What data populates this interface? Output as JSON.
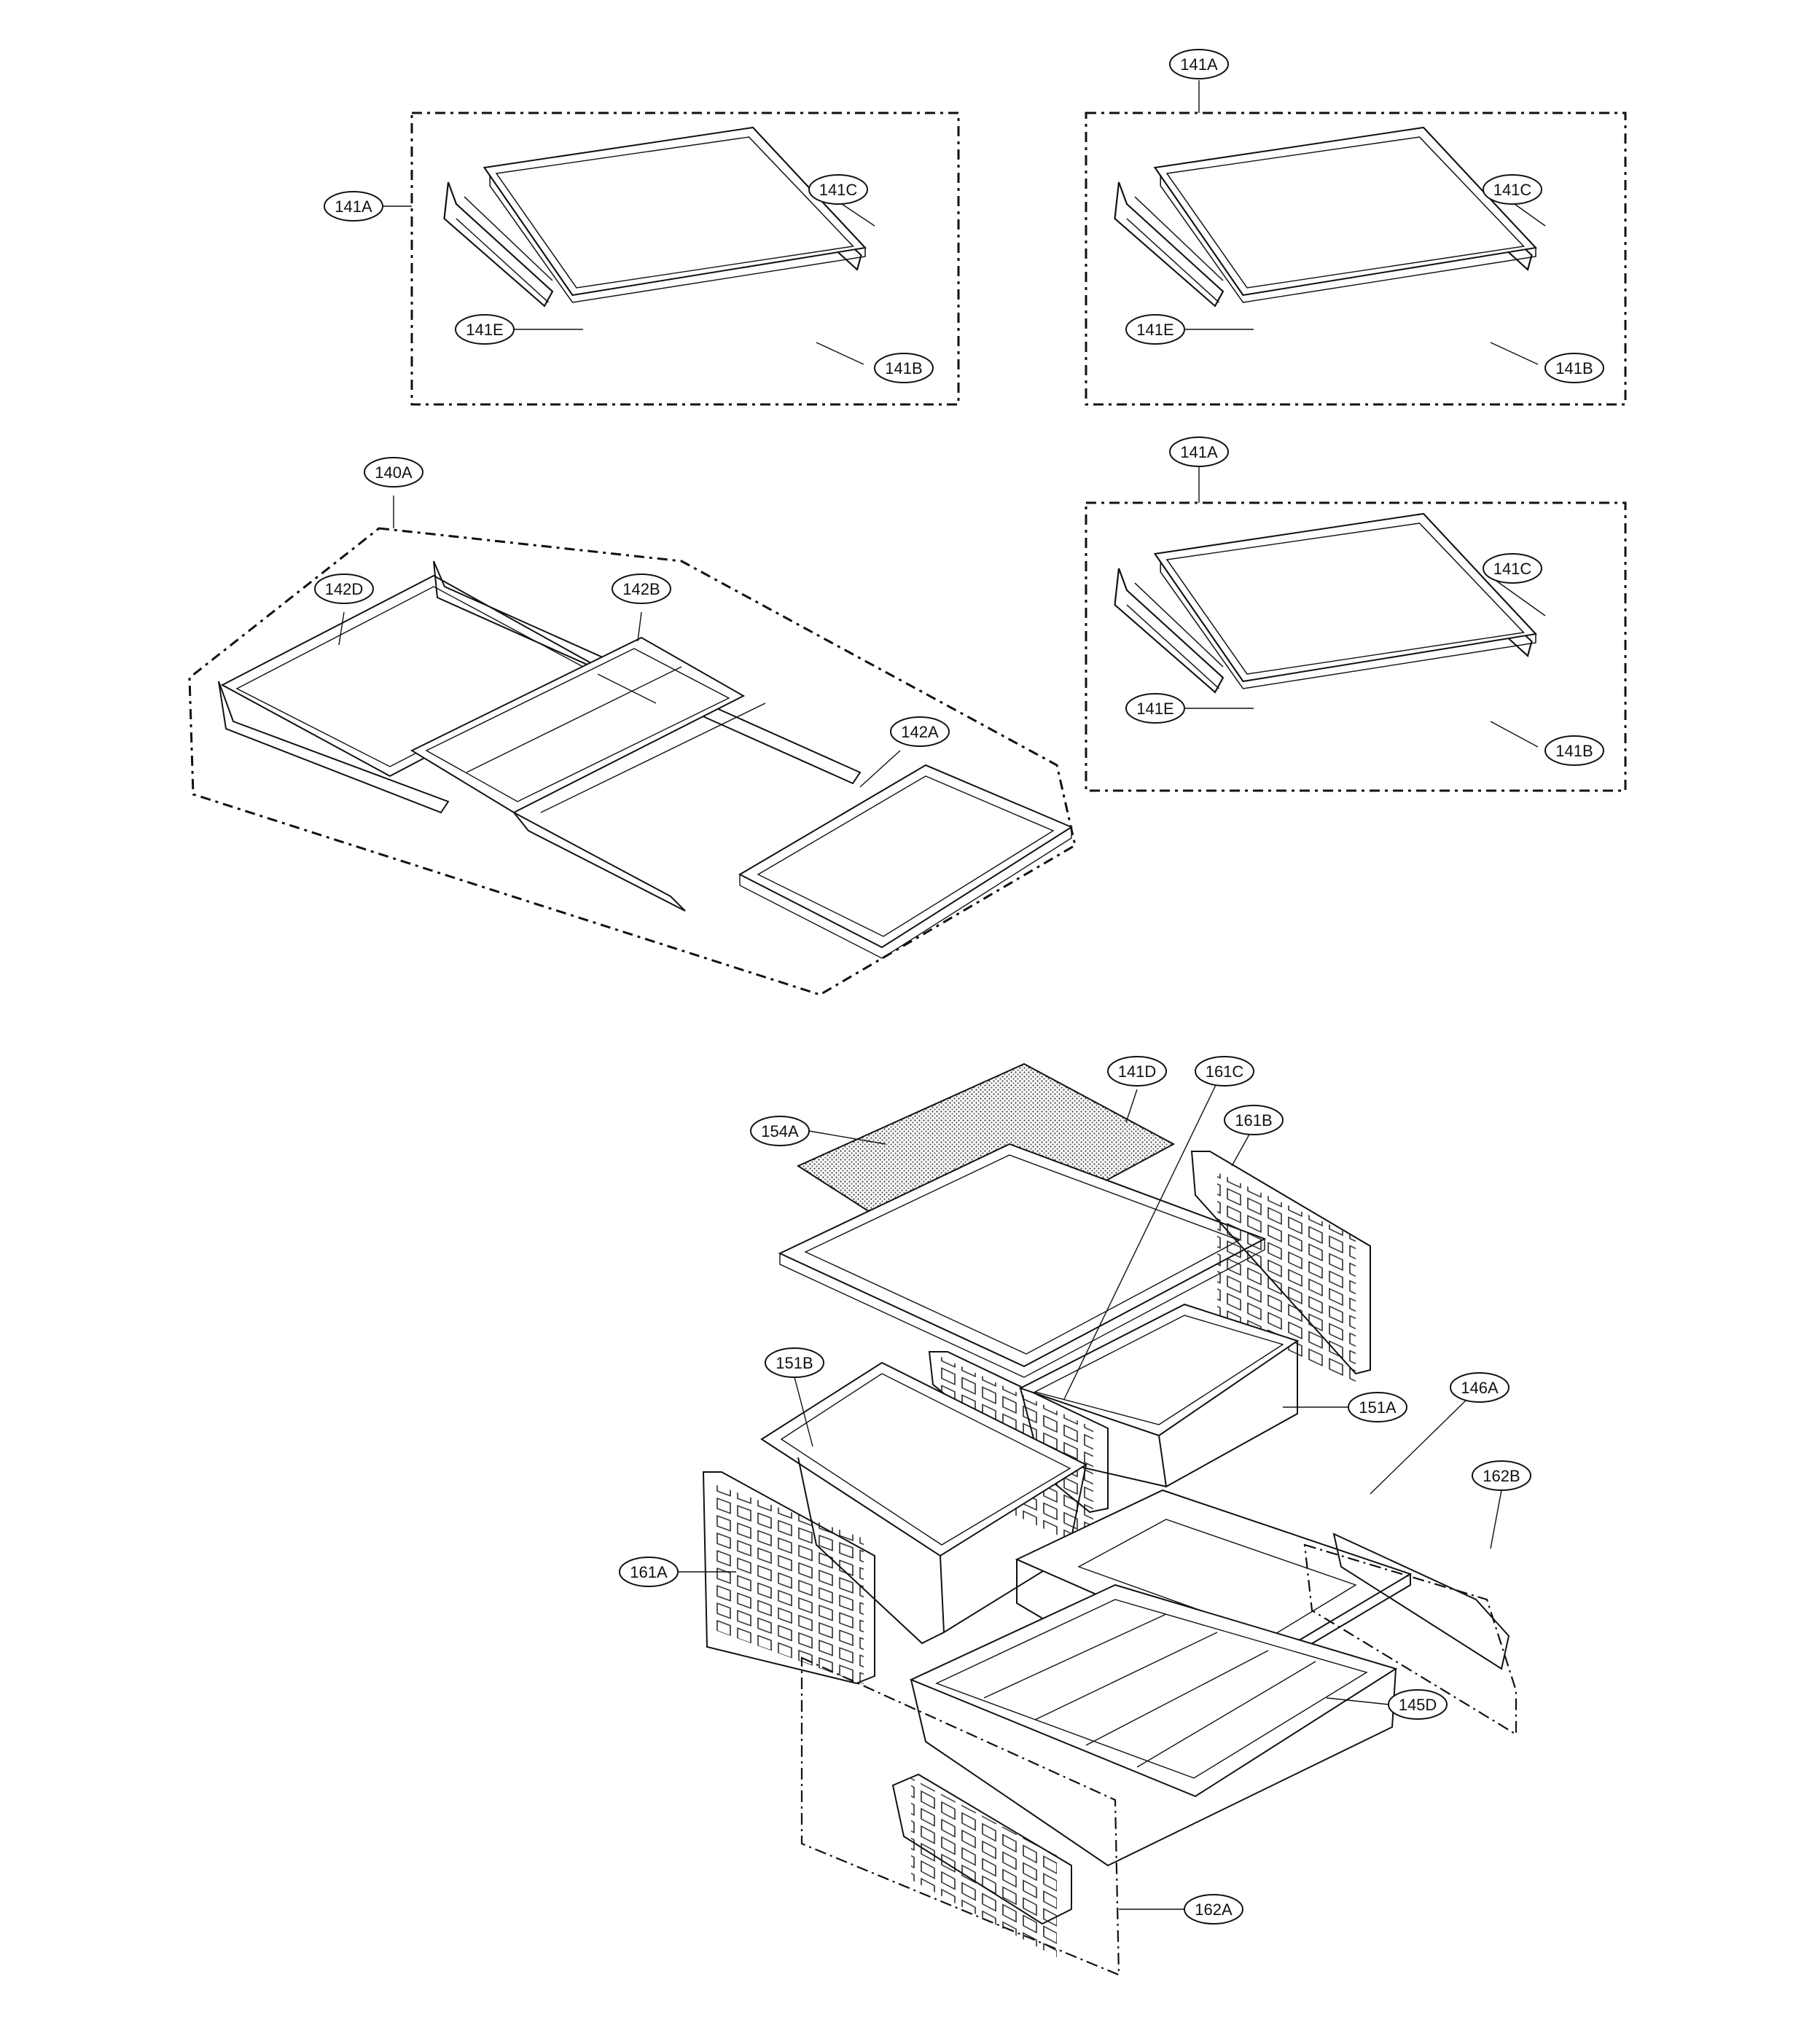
{
  "labels": {
    "shelf_a_main": "141A",
    "shelf_a_141c": "141C",
    "shelf_a_141e": "141E",
    "shelf_a_141b": "141B",
    "shelf_b_main": "141A",
    "shelf_b_141c": "141C",
    "shelf_b_141e": "141E",
    "shelf_b_141b": "141B",
    "shelf_c_main": "141A",
    "shelf_c_141c": "141C",
    "shelf_c_141e": "141E",
    "shelf_c_141b": "141B",
    "assembly_140a": "140A",
    "part_142d": "142D",
    "part_142b": "142B",
    "part_142a": "142A",
    "part_141d": "141D",
    "part_161c": "161C",
    "part_161b": "161B",
    "part_154a": "154A",
    "part_151b": "151B",
    "part_151a": "151A",
    "part_146a": "146A",
    "part_162b": "162B",
    "part_161a": "161A",
    "part_145d": "145D",
    "part_162a": "162A"
  }
}
